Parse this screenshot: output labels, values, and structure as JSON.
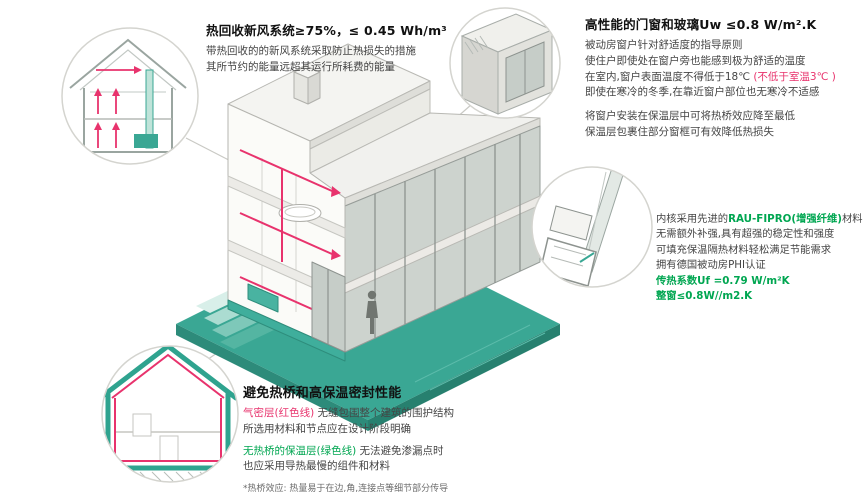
{
  "colors": {
    "teal": "#3aa794",
    "red": "#e8336d",
    "green": "#00a651",
    "text_dark": "#111111",
    "text_body": "#454545"
  },
  "ventilation_note": {
    "title": "热回收新风系统≥75%，≤ 0.45 Wh/m³",
    "line1": "带热回收的的新风系统采取防止热损失的措施",
    "line2": "其所节约的能量远超其运行所耗费的能量"
  },
  "window_note": {
    "title": "高性能的门窗和玻璃Uw ≤0.8 W/m².K",
    "line1": "被动房窗户针对舒适度的指导原则",
    "line2": "使住户即使处在窗户旁也能感到极为舒适的温度",
    "line3_black": "在室内,窗户表面温度不得低于18℃ ",
    "line3_red": "(不低于室温3℃ )",
    "line4": "即使在寒冷的冬季,在靠近窗户部位也无寒冷不适感",
    "line5": "将窗户安装在保温层中可将热桥效应降至最低",
    "line6": "保温层包裹住部分窗框可有效降低热损失"
  },
  "profile_note": {
    "line1_prefix": "内核采用先进的",
    "line1_highlight": "RAU-FIPRO(增强纤维)",
    "line1_suffix": "材料",
    "line2": "无需额外补强,具有超强的稳定性和强度",
    "line3": "可填充保温隔热材料轻松满足节能需求",
    "line4": "拥有德国被动房PHI认证",
    "line5_green": "传热系数Uf =0.79 W/m²K",
    "line6_green": "整窗≤0.8W//m2.K"
  },
  "thermal_note": {
    "title": "避免热桥和高保温密封性能",
    "line1_red": "气密层(红色线)",
    "line1_rest": " 无缝包围整个建筑的围护结构",
    "line2": "所选用材料和节点应在设计阶段明确",
    "line3_green": "无热桥的保温层(绿色线)",
    "line3_rest": " 无法避免渗漏点时",
    "line4": "也应采用导热最慢的组件和材料",
    "footnote": "*热桥效应: 热量易于在边,角,连接点等细节部分传导"
  },
  "icons": {
    "ventilation_callout": "house-section-with-heat-recovery-airflow",
    "window_install_callout": "window-installation-detail",
    "window_profile_callout": "window-frame-profile-cross-section",
    "thermal_callout": "house-section-insulation-airtight-layers",
    "main_illustration": "isometric-cutaway-passive-house"
  }
}
